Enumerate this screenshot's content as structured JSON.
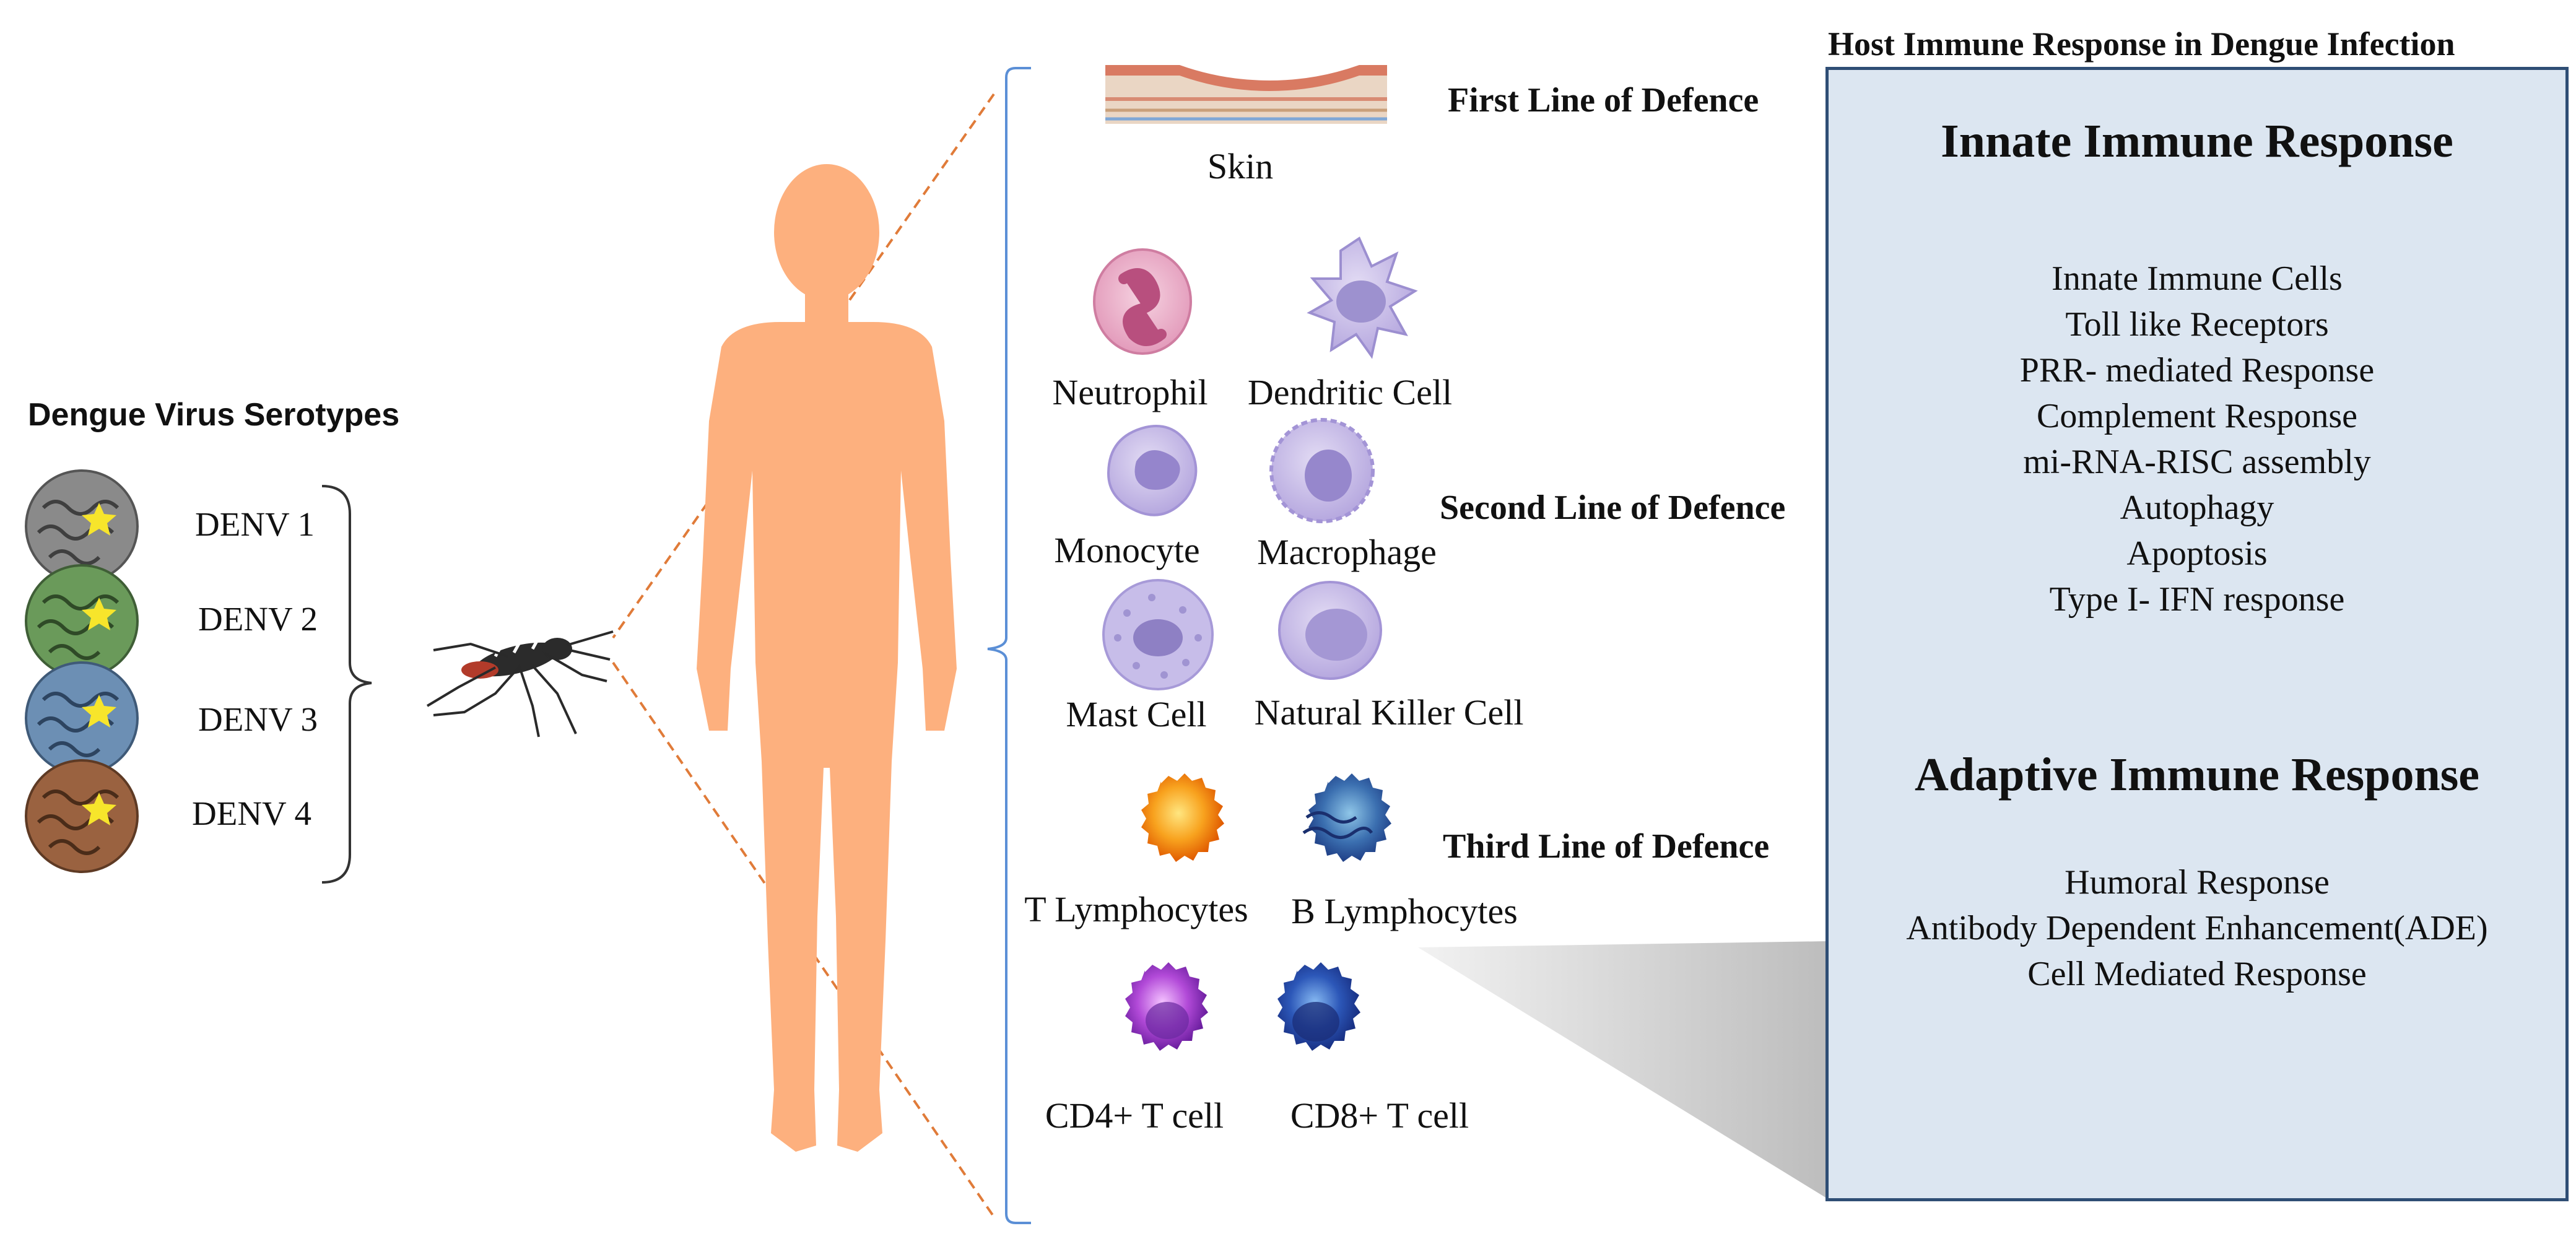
{
  "figure": {
    "serotypes": {
      "title": "Dengue Virus Serotypes",
      "items": [
        "DENV 1",
        "DENV 2",
        "DENV 3",
        "DENV 4"
      ],
      "colors": [
        "#8a8a8a",
        "#6a9a5a",
        "#6c8fb4",
        "#9a6240"
      ]
    },
    "skin_label": "Skin",
    "lines": {
      "first": "First Line of Defence",
      "second": "Second Line of Defence",
      "third": "Third Line of Defence"
    },
    "cells": {
      "neutrophil": "Neutrophil",
      "dendritic": "Dendritic Cell",
      "monocyte": "Monocyte",
      "macrophage": "Macrophage",
      "mast": "Mast Cell",
      "nk": "Natural Killer Cell",
      "t_lymph": "T Lymphocytes",
      "b_lymph": "B Lymphocytes",
      "cd4": "CD4+ T cell",
      "cd8": "CD8+ T cell"
    },
    "panel": {
      "title": "Host Immune Response in Dengue Infection",
      "innate": {
        "heading": "Innate Immune Response",
        "items": [
          "Innate Immune Cells",
          "Toll like Receptors",
          "PRR- mediated Response",
          "Complement Response",
          "mi-RNA-RISC assembly",
          "Autophagy",
          "Apoptosis",
          "Type I- IFN response"
        ]
      },
      "adaptive": {
        "heading": "Adaptive Immune Response",
        "items": [
          "Humoral Response",
          "Antibody Dependent Enhancement(ADE)",
          "Cell Mediated Response"
        ]
      }
    },
    "colors": {
      "body": "#fdb07e",
      "dashed_line": "#e07b39",
      "bracket": "#5b8fd6",
      "panel_fill": "#dce6f1",
      "panel_border": "#2f4e75"
    }
  }
}
